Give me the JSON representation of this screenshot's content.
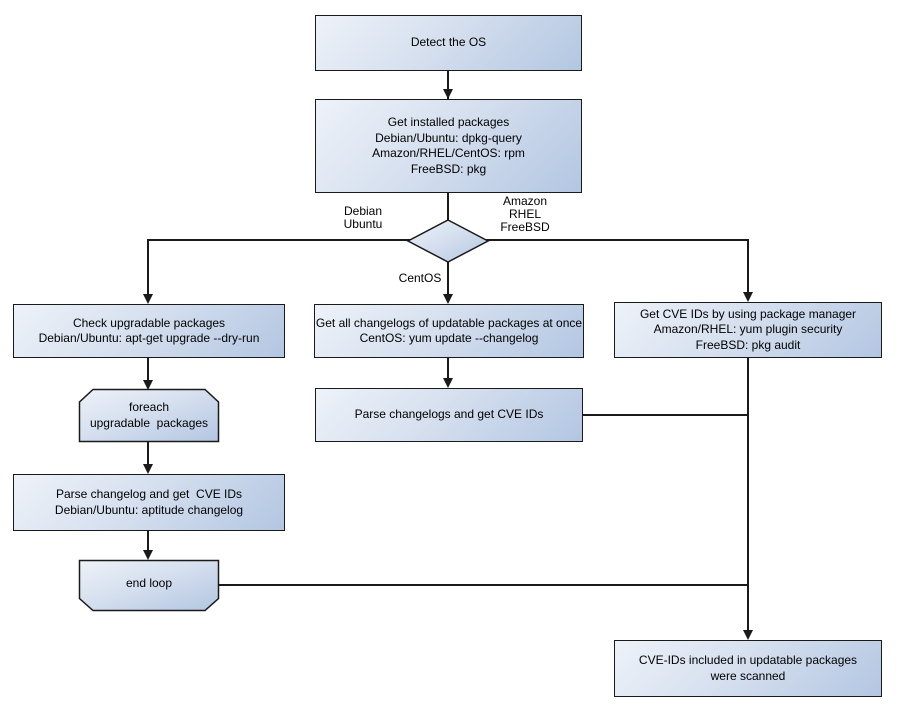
{
  "colors": {
    "background": "#ffffff",
    "node_fill_light": "#eef2f9",
    "node_fill_dark": "#b3c6e2",
    "node_border": "#1a1a1a",
    "connector": "#1a1a1a",
    "text": "#000000"
  },
  "nodes": {
    "detect_os": {
      "text": "Detect the OS"
    },
    "get_installed_packages": {
      "text": "Get installed packages\nDebian/Ubuntu: dpkg-query\nAmazon/RHEL/CentOS: rpm\nFreeBSD: pkg"
    },
    "check_upgradable_packages": {
      "text": "Check upgradable packages\nDebian/Ubuntu: apt-get upgrade --dry-run"
    },
    "foreach_loop_start": {
      "text": "foreach\nupgradable  packages"
    },
    "parse_changelog_debian": {
      "text": "Parse changelog and get  CVE IDs\nDebian/Ubuntu: aptitude changelog"
    },
    "end_loop": {
      "text": "end loop"
    },
    "get_all_changelogs": {
      "text": "Get all changelogs of updatable packages at once\nCentOS: yum update --changelog"
    },
    "parse_changelogs_centos": {
      "text": "Parse changelogs and get CVE IDs"
    },
    "get_cve_ids_package_manager": {
      "text": "Get CVE IDs by using package manager\nAmazon/RHEL: yum plugin security\nFreeBSD: pkg audit"
    },
    "scan_result": {
      "text": "CVE-IDs included in updatable packages\nwere scanned"
    }
  },
  "edge_labels": {
    "debian_ubuntu": "Debian\nUbuntu",
    "amazon_rhel_freebsd": "Amazon\nRHEL\nFreeBSD",
    "centos": "CentOS"
  }
}
